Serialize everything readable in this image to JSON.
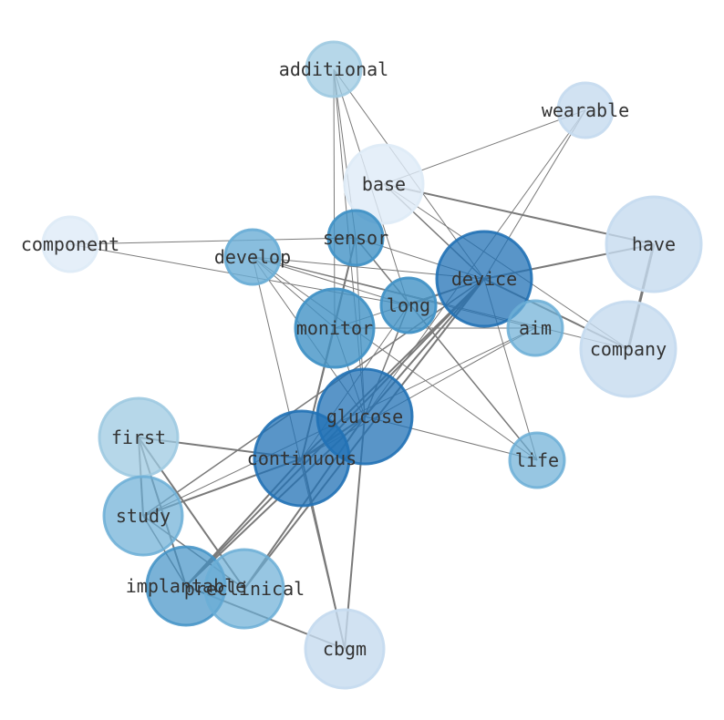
{
  "nodes": [
    {
      "id": "additional",
      "label": "additional",
      "color": "#9ecae1",
      "opacity": 0.75
    },
    {
      "id": "wearable",
      "label": "wearable",
      "color": "#c6dbef",
      "opacity": 0.8
    },
    {
      "id": "base",
      "label": "base",
      "color": "#deebf7",
      "opacity": 0.8
    },
    {
      "id": "component",
      "label": "component",
      "color": "#deebf7",
      "opacity": 0.8
    },
    {
      "id": "sensor",
      "label": "sensor",
      "color": "#4292c6",
      "opacity": 0.8
    },
    {
      "id": "develop",
      "label": "develop",
      "color": "#6baed6",
      "opacity": 0.8
    },
    {
      "id": "device",
      "label": "device",
      "color": "#2171b5",
      "opacity": 0.75
    },
    {
      "id": "have",
      "label": "have",
      "color": "#c6dbef",
      "opacity": 0.8
    },
    {
      "id": "long",
      "label": "long",
      "color": "#4292c6",
      "opacity": 0.8
    },
    {
      "id": "monitor",
      "label": "monitor",
      "color": "#4292c6",
      "opacity": 0.8
    },
    {
      "id": "aim",
      "label": "aim",
      "color": "#6baed6",
      "opacity": 0.7
    },
    {
      "id": "company",
      "label": "company",
      "color": "#c6dbef",
      "opacity": 0.8
    },
    {
      "id": "glucose",
      "label": "glucose",
      "color": "#2171b5",
      "opacity": 0.75
    },
    {
      "id": "first",
      "label": "first",
      "color": "#9ecae1",
      "opacity": 0.75
    },
    {
      "id": "continuous",
      "label": "continuous",
      "color": "#2171b5",
      "opacity": 0.75
    },
    {
      "id": "life",
      "label": "life",
      "color": "#6baed6",
      "opacity": 0.7
    },
    {
      "id": "study",
      "label": "study",
      "color": "#6baed6",
      "opacity": 0.7
    },
    {
      "id": "implantable",
      "label": "implantable",
      "color": "#4292c6",
      "opacity": 0.7
    },
    {
      "id": "preclinical",
      "label": "preclinical",
      "color": "#6baed6",
      "opacity": 0.7
    },
    {
      "id": "cbgm",
      "label": "cbgm",
      "color": "#c6dbef",
      "opacity": 0.8
    }
  ],
  "edges": [
    [
      "additional",
      "sensor",
      1
    ],
    [
      "additional",
      "monitor",
      1
    ],
    [
      "additional",
      "long",
      1
    ],
    [
      "additional",
      "device",
      1
    ],
    [
      "additional",
      "glucose",
      1
    ],
    [
      "wearable",
      "device",
      1
    ],
    [
      "wearable",
      "base",
      1
    ],
    [
      "wearable",
      "glucose",
      1
    ],
    [
      "base",
      "have",
      2
    ],
    [
      "base",
      "device",
      1.5
    ],
    [
      "base",
      "company",
      1
    ],
    [
      "component",
      "sensor",
      1
    ],
    [
      "component",
      "long",
      1
    ],
    [
      "sensor",
      "device",
      1
    ],
    [
      "sensor",
      "life",
      1.5
    ],
    [
      "sensor",
      "continuous",
      2
    ],
    [
      "sensor",
      "monitor",
      1
    ],
    [
      "sensor",
      "glucose",
      1
    ],
    [
      "develop",
      "device",
      1
    ],
    [
      "develop",
      "long",
      1
    ],
    [
      "develop",
      "aim",
      1
    ],
    [
      "develop",
      "glucose",
      1
    ],
    [
      "develop",
      "monitor",
      1
    ],
    [
      "develop",
      "life",
      1
    ],
    [
      "develop",
      "cbgm",
      1
    ],
    [
      "develop",
      "company",
      1
    ],
    [
      "device",
      "have",
      2
    ],
    [
      "device",
      "company",
      2
    ],
    [
      "device",
      "continuous",
      2
    ],
    [
      "device",
      "glucose",
      2
    ],
    [
      "device",
      "implantable",
      2
    ],
    [
      "device",
      "preclinical",
      2
    ],
    [
      "device",
      "monitor",
      1
    ],
    [
      "device",
      "life",
      1
    ],
    [
      "device",
      "study",
      1.5
    ],
    [
      "have",
      "company",
      3
    ],
    [
      "long",
      "glucose",
      1.5
    ],
    [
      "long",
      "continuous",
      1
    ],
    [
      "long",
      "device",
      1.5
    ],
    [
      "monitor",
      "aim",
      1
    ],
    [
      "monitor",
      "glucose",
      1
    ],
    [
      "monitor",
      "continuous",
      1
    ],
    [
      "aim",
      "continuous",
      1
    ],
    [
      "aim",
      "study",
      1
    ],
    [
      "glucose",
      "life",
      1
    ],
    [
      "glucose",
      "implantable",
      2
    ],
    [
      "glucose",
      "preclinical",
      2
    ],
    [
      "glucose",
      "cbgm",
      2
    ],
    [
      "glucose",
      "continuous",
      2
    ],
    [
      "first",
      "continuous",
      2
    ],
    [
      "first",
      "study",
      2
    ],
    [
      "first",
      "implantable",
      2
    ],
    [
      "first",
      "preclinical",
      2
    ],
    [
      "continuous",
      "study",
      2
    ],
    [
      "continuous",
      "implantable",
      2
    ],
    [
      "continuous",
      "cbgm",
      2
    ],
    [
      "study",
      "preclinical",
      1.5
    ],
    [
      "study",
      "implantable",
      1.5
    ],
    [
      "implantable",
      "cbgm",
      2
    ]
  ]
}
